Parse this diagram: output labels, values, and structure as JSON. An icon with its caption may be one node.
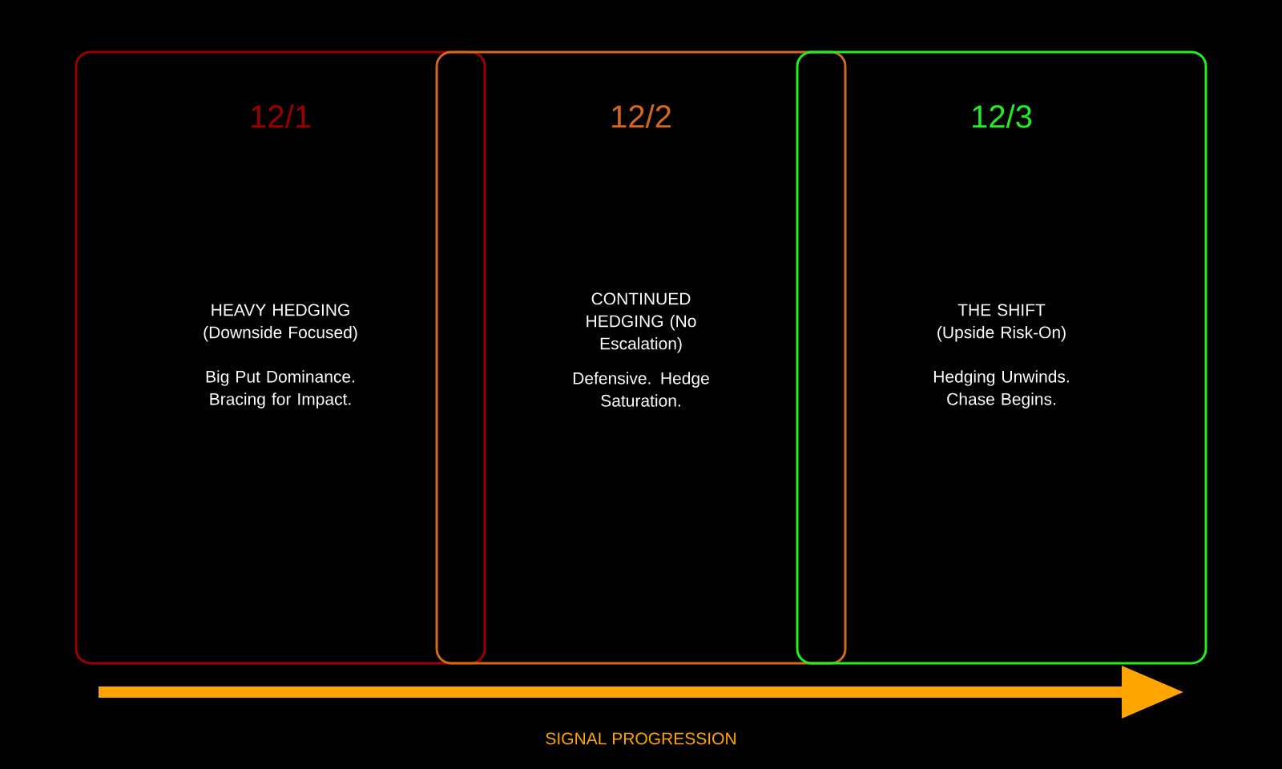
{
  "diagram": {
    "nodes": [
      {
        "text": [
          "12/1",
          "HEAVY HEDGING (Downside Focused)",
          "Big Put Dominance. Bracing for Impact."
        ]
      },
      {
        "text": [
          "12/2",
          "CONTINUED HEDGING (No Escalation)",
          "Defensive. Hedge Saturation."
        ]
      },
      {
        "text": [
          "12/3",
          "THE SHIFT (Upside Risk-On)",
          "Hedging Unwinds. Chase Begins."
        ]
      }
    ],
    "labels": [
      "SIGNAL PROGRESSION"
    ]
  }
}
